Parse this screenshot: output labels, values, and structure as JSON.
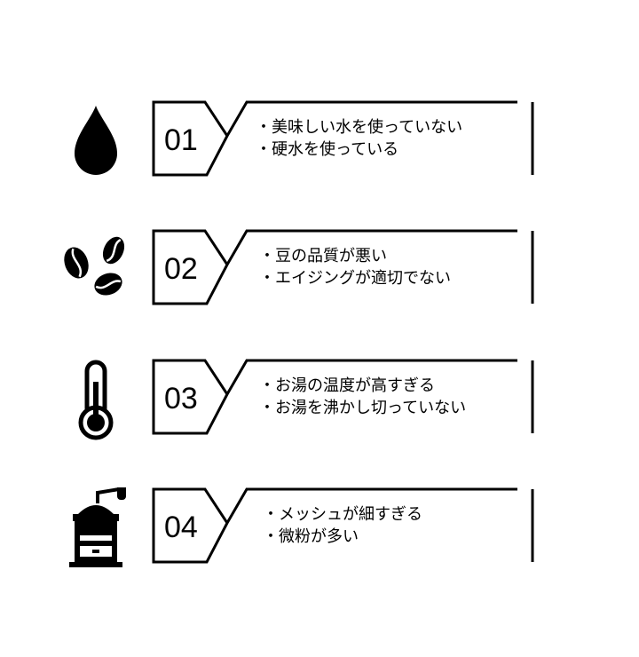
{
  "items": [
    {
      "number": "01",
      "icon": "water-drop-icon",
      "lines": [
        "・美味しい水を使っていない",
        "・硬水を使っている"
      ]
    },
    {
      "number": "02",
      "icon": "coffee-beans-icon",
      "lines": [
        "・豆の品質が悪い",
        "・エイジングが適切でない"
      ]
    },
    {
      "number": "03",
      "icon": "thermometer-icon",
      "lines": [
        "・お湯の温度が高すぎる",
        "・お湯を沸かし切っていない"
      ]
    },
    {
      "number": "04",
      "icon": "coffee-grinder-icon",
      "lines": [
        "・メッシュが細すぎる",
        "・微粉が多い"
      ]
    }
  ]
}
